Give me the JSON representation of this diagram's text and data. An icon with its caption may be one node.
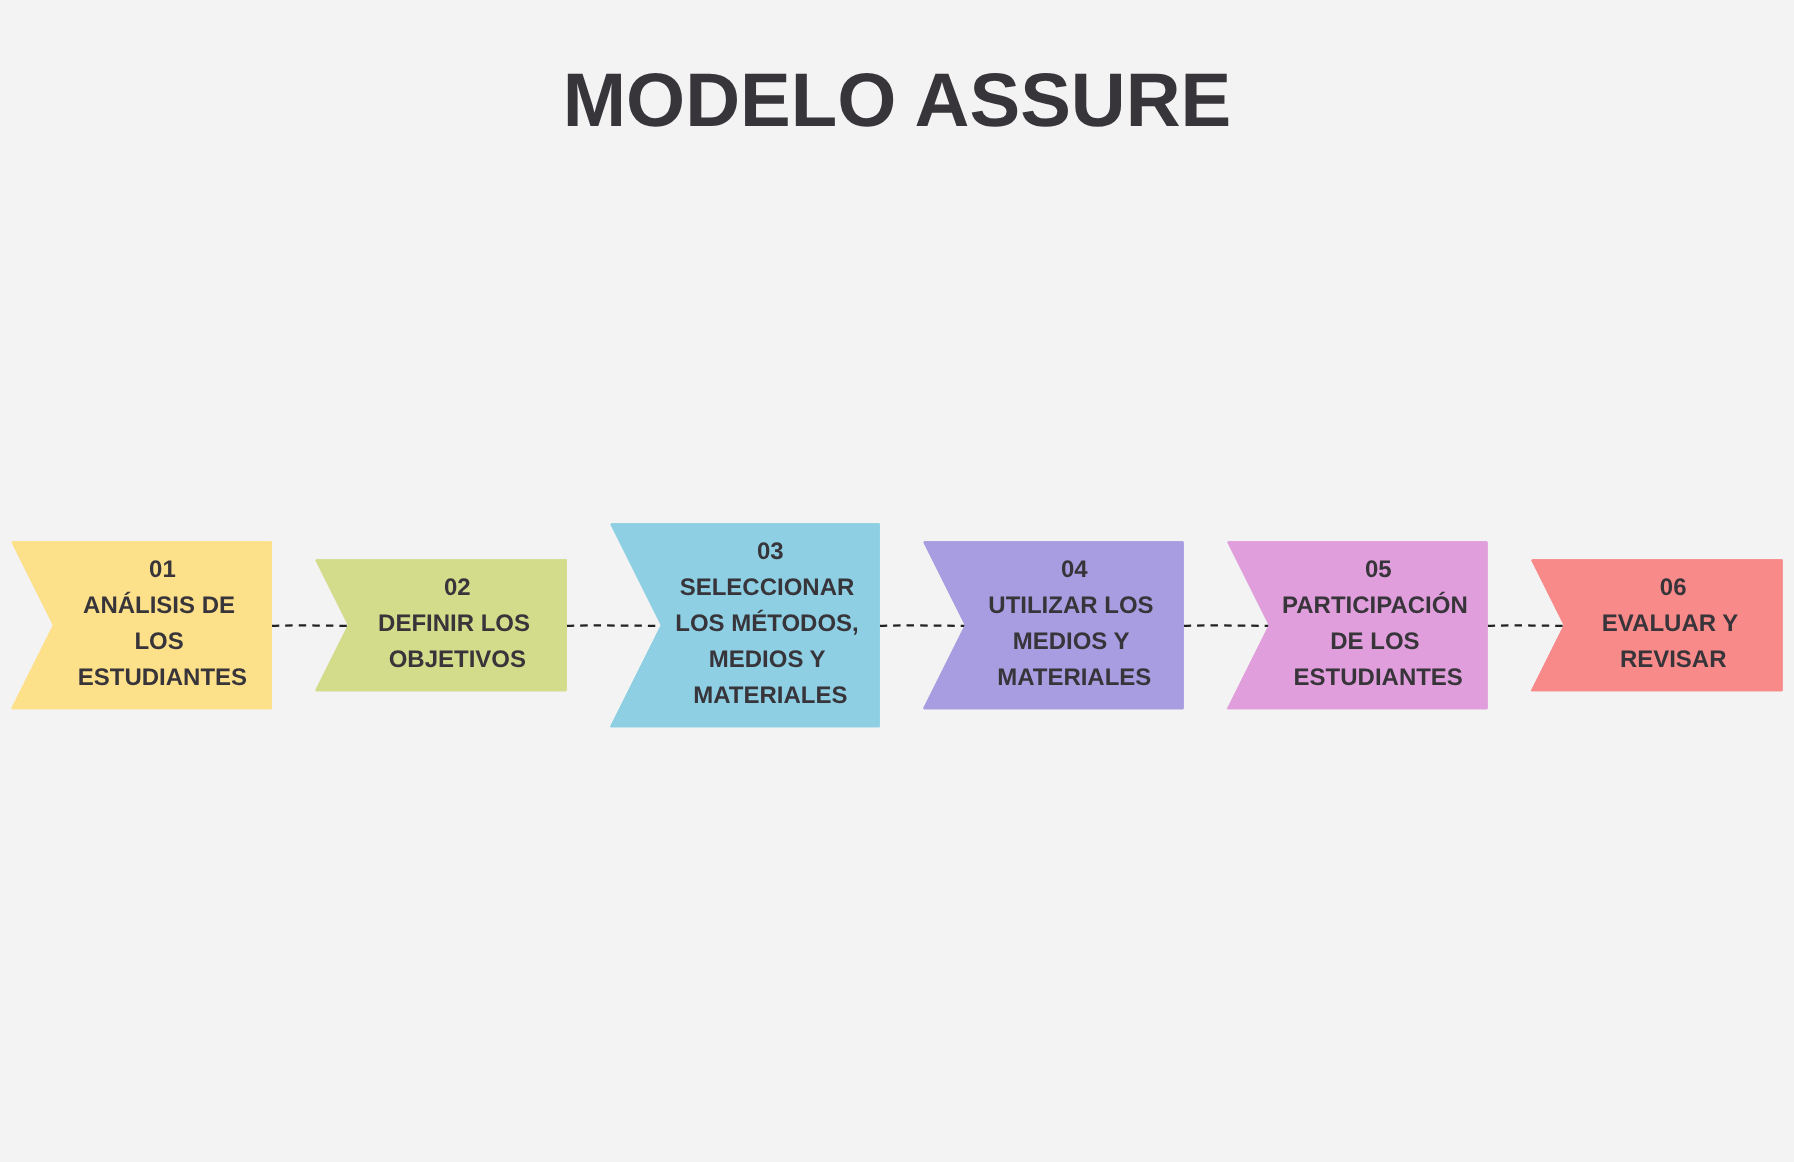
{
  "diagram": {
    "title": "MODELO ASSURE",
    "nodes": [
      {
        "text": [
          "01",
          "ANÁLISIS DE LOS ESTUDIANTES"
        ]
      },
      {
        "text": [
          "02",
          "DEFINIR LOS OBJETIVOS"
        ]
      },
      {
        "text": [
          "03",
          "SELECCIONAR LOS MÉTODOS, MEDIOS Y MATERIALES"
        ]
      },
      {
        "text": [
          "04",
          "UTILIZAR LOS MEDIOS Y MATERIALES"
        ]
      },
      {
        "text": [
          "05",
          "PARTICIPACIÓN DE LOS ESTUDIANTES"
        ]
      },
      {
        "text": [
          "06",
          "EVALUAR Y REVISAR"
        ]
      }
    ],
    "edges": [
      {
        "from": 0,
        "to": 1,
        "arrow": "none",
        "style": "dashed"
      },
      {
        "from": 1,
        "to": 2,
        "arrow": "none",
        "style": "dashed"
      },
      {
        "from": 2,
        "to": 3,
        "arrow": "none",
        "style": "dashed"
      },
      {
        "from": 3,
        "to": 4,
        "arrow": "none",
        "style": "dashed"
      },
      {
        "from": 4,
        "to": 5,
        "arrow": "none",
        "style": "dashed"
      }
    ]
  }
}
